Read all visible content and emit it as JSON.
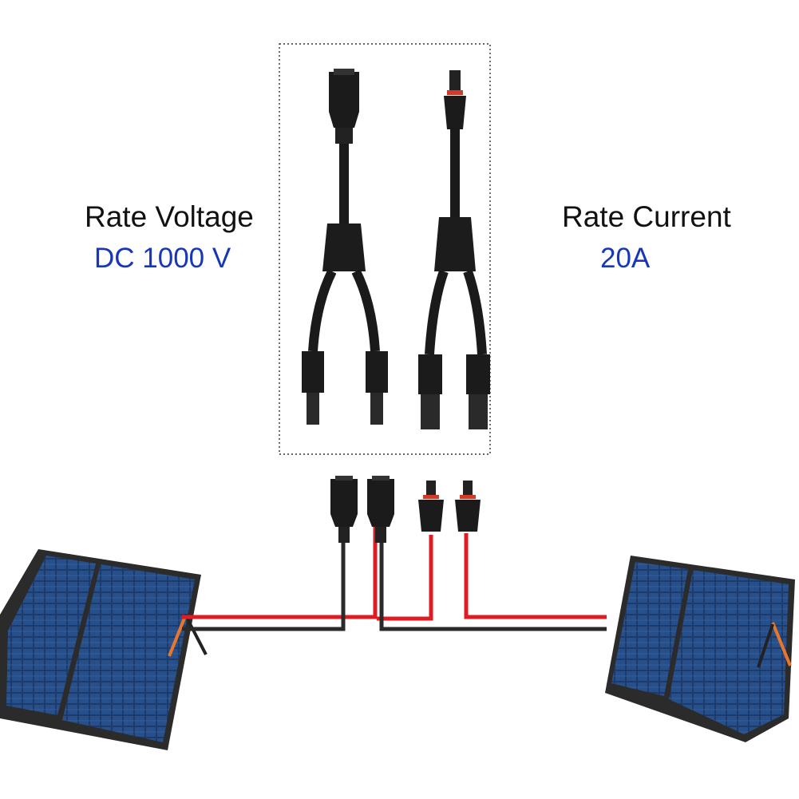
{
  "specs": {
    "voltage": {
      "title": "Rate Voltage",
      "value": "DC 1000 V"
    },
    "current": {
      "title": "Rate Current",
      "value": "20A"
    }
  },
  "colors": {
    "label": "#111111",
    "value_accent": "#1737b8",
    "cable_black": "#2a2a2a",
    "cable_red": "#e11b22",
    "panel_cell": "#1f3f6e",
    "panel_frame": "#2b2b2b",
    "leg_orange": "#e8762b"
  },
  "icons": [
    "y-branch-connector-male",
    "y-branch-connector-female",
    "mc4-connector",
    "solar-panel"
  ]
}
